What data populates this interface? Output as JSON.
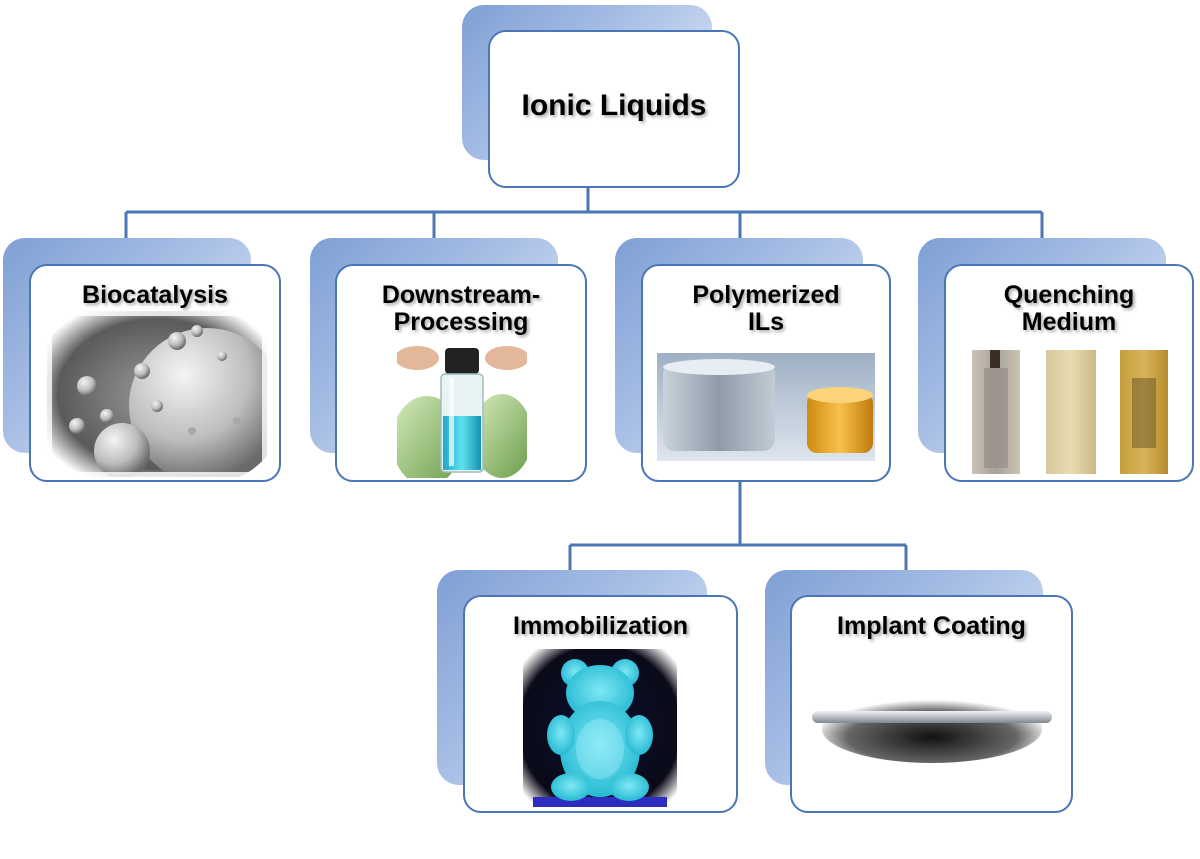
{
  "root": {
    "label": "Ionic Liquids"
  },
  "nodes": {
    "biocatalysis": {
      "label": "Biocatalysis",
      "image": "sem-microspheres-image"
    },
    "downstream": {
      "label": "Downstream-\nProcessing",
      "image": "vial-blue-liquid-image"
    },
    "polymerized": {
      "label": "Polymerized\nILs",
      "image": "polymer-discs-image"
    },
    "quenching": {
      "label": "Quenching\nMedium",
      "image": "quenched-samples-image"
    },
    "immobilization": {
      "label": "Immobilization",
      "image": "gummy-bear-fluorescent-image"
    },
    "implant": {
      "label": "Implant Coating",
      "image": "coated-implant-rod-image"
    }
  },
  "colors": {
    "line": "#4a76b6",
    "border": "#4a76b6",
    "shadow": "#8eaadb"
  }
}
